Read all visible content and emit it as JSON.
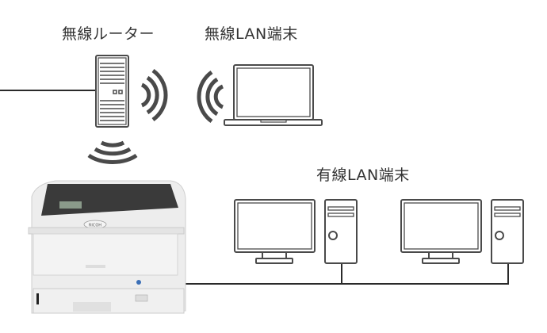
{
  "labels": {
    "router": "無線ルーター",
    "wireless_terminal": "無線LAN端末",
    "wired_terminal": "有線LAN端末"
  },
  "printer": {
    "brand": "RICOH"
  },
  "colors": {
    "stroke": "#4a4a4a",
    "line": "#2a2a2a"
  }
}
